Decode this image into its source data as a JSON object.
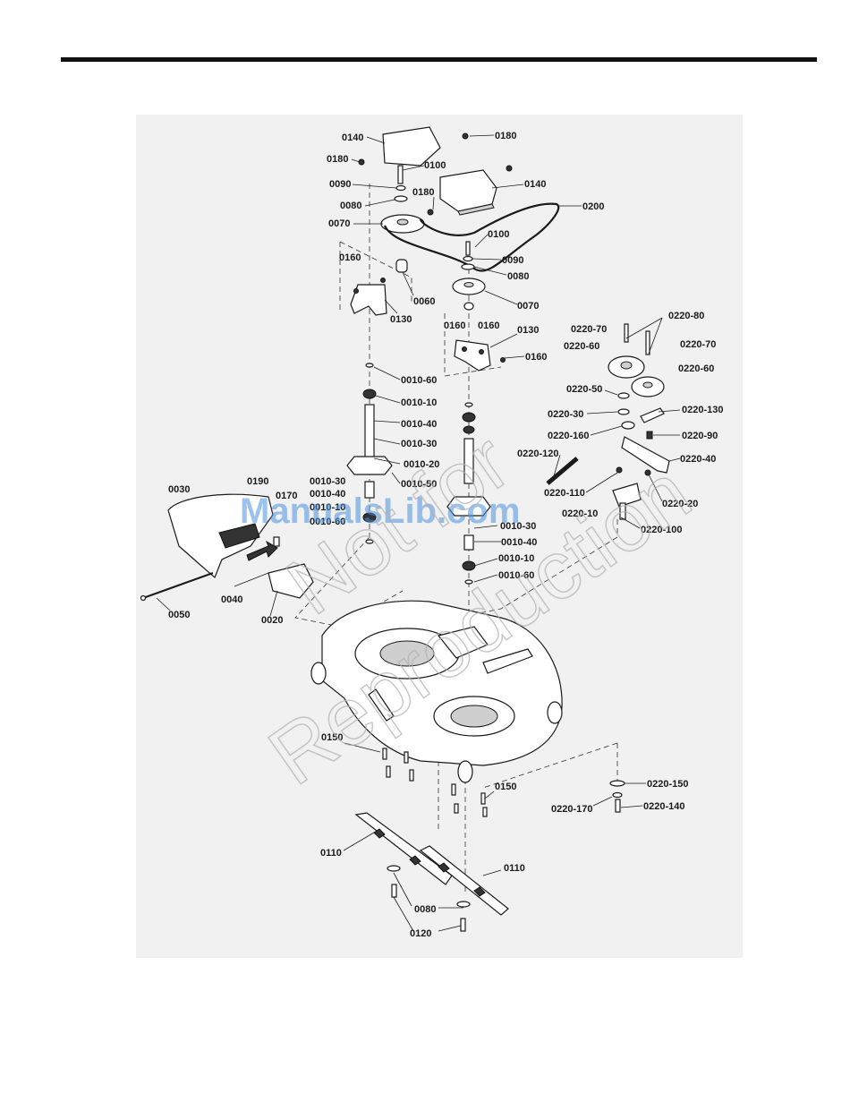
{
  "diagram": {
    "labels": {
      "l0140a": "0140",
      "l0180a": "0180",
      "l0180b": "0180",
      "l0100a": "0100",
      "l0090a": "0090",
      "l0180c": "0180",
      "l0140b": "0140",
      "l0080a": "0080",
      "l0200": "0200",
      "l0070a": "0070",
      "l0100b": "0100",
      "l0090b": "0090",
      "l0160a": "0160",
      "l0080b": "0080",
      "l0060": "0060",
      "l0070b": "0070",
      "l0130a": "0130",
      "l0160b": "0160",
      "l0160c": "0160",
      "l0130b": "0130",
      "l0160d": "0160",
      "l0220_80": "0220-80",
      "l0220_70a": "0220-70",
      "l0220_70b": "0220-70",
      "l0220_60a": "0220-60",
      "l0220_60b": "0220-60",
      "l0010_60a": "0010-60",
      "l0010_10a": "0010-10",
      "l0010_40a": "0010-40",
      "l0010_30a": "0010-30",
      "l0010_20": "0010-20",
      "l0010_50": "0010-50",
      "l0220_50": "0220-50",
      "l0220_30": "0220-30",
      "l0220_130": "0220-130",
      "l0220_160": "0220-160",
      "l0220_90": "0220-90",
      "l0220_120": "0220-120",
      "l0220_40": "0220-40",
      "l0190": "0190",
      "l0030": "0030",
      "l0170": "0170",
      "l0010_30b": "0010-30",
      "l0010_40b": "0010-40",
      "l0010_10b": "0010-10",
      "l0010_60b": "0010-60",
      "l0220_110": "0220-110",
      "l0220_20": "0220-20",
      "l0220_10": "0220-10",
      "l0220_100": "0220-100",
      "l0010_30c": "0010-30",
      "l0010_40c": "0010-40",
      "l0010_10c": "0010-10",
      "l0010_60c": "0010-60",
      "l0040": "0040",
      "l0050": "0050",
      "l0020": "0020",
      "l0150a": "0150",
      "l0150b": "0150",
      "l0220_150": "0220-150",
      "l0220_170": "0220-170",
      "l0220_140": "0220-140",
      "l0110a": "0110",
      "l0110b": "0110",
      "l0080c": "0080",
      "l0120": "0120"
    },
    "watermark": {
      "site": "ManualsLib.com",
      "line1": "Not for",
      "line2": "Reproduction"
    }
  }
}
